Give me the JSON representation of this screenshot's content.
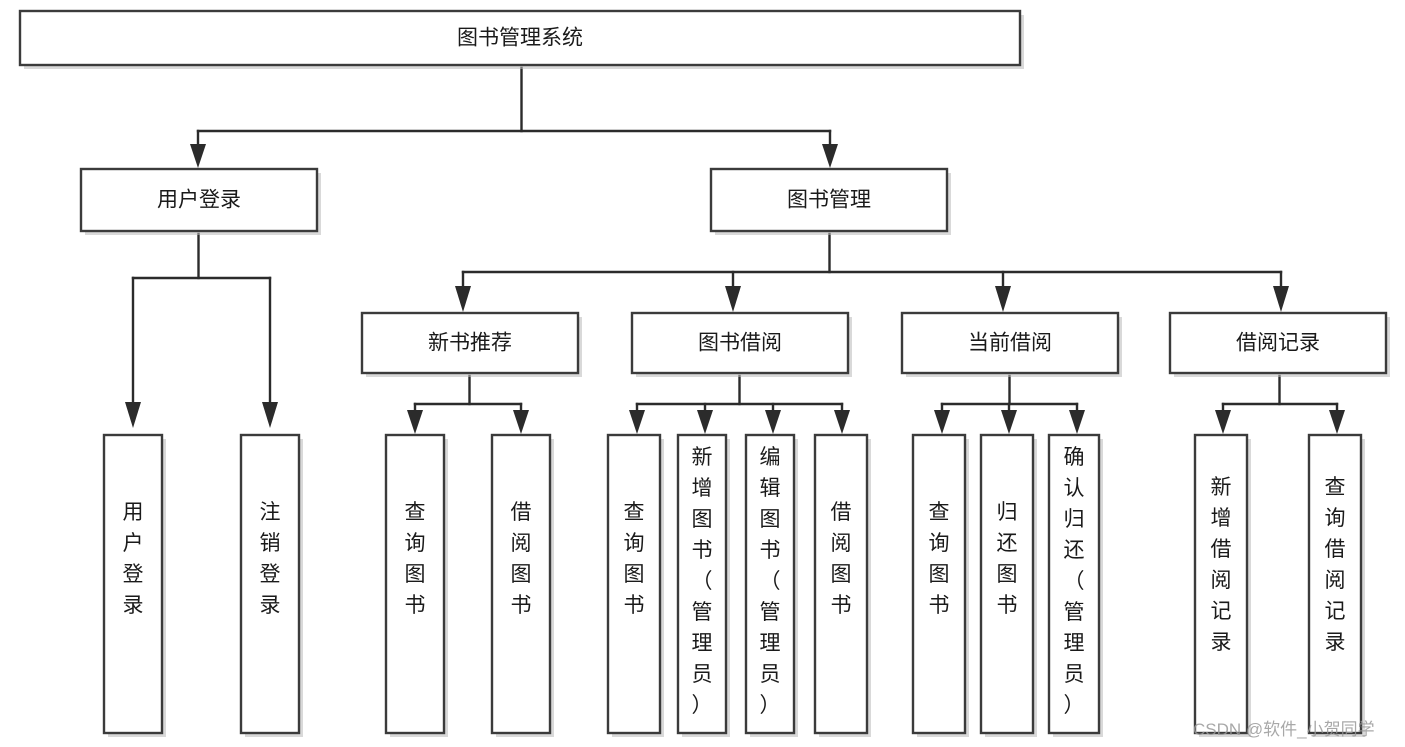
{
  "diagram": {
    "type": "tree-hierarchy-diagram",
    "title": "图书管理系统",
    "watermark": "CSDN @软件_小贺同学",
    "colors": {
      "box_stroke": "#3b3b3b",
      "box_fill": "#ffffff",
      "line": "#2b2b2b",
      "text": "#1a1a1a",
      "watermark": "#9a9a9a",
      "background": "#ffffff"
    },
    "levels": {
      "root": "图书管理系统",
      "level2": [
        "用户登录",
        "图书管理"
      ],
      "level3": [
        "新书推荐",
        "图书借阅",
        "当前借阅",
        "借阅记录"
      ]
    },
    "nodes": {
      "root": {
        "label": "图书管理系统"
      },
      "user_login": {
        "label": "用户登录"
      },
      "book_manage": {
        "label": "图书管理"
      },
      "new_book_rec": {
        "label": "新书推荐"
      },
      "book_borrow": {
        "label": "图书借阅"
      },
      "current_borrow": {
        "label": "当前借阅"
      },
      "borrow_record": {
        "label": "借阅记录"
      },
      "leaf_user_login": {
        "label": "用户登录"
      },
      "leaf_user_logout": {
        "label": "注销登录"
      },
      "leaf_query_book_a": {
        "label": "查询图书"
      },
      "leaf_borrow_book_a": {
        "label": "借阅图书"
      },
      "leaf_query_book_b": {
        "label": "查询图书"
      },
      "leaf_add_book": {
        "label": "新增图书（管理员）"
      },
      "leaf_edit_book": {
        "label": "编辑图书（管理员）"
      },
      "leaf_borrow_book_b": {
        "label": "借阅图书"
      },
      "leaf_query_book_c": {
        "label": "查询图书"
      },
      "leaf_return_book": {
        "label": "归还图书"
      },
      "leaf_confirm_return": {
        "label": "确认归还（管理员）"
      },
      "leaf_add_record": {
        "label": "新增借阅记录"
      },
      "leaf_query_record": {
        "label": "查询借阅记录"
      }
    },
    "edges": [
      {
        "from": "root",
        "to": "user_login"
      },
      {
        "from": "root",
        "to": "book_manage"
      },
      {
        "from": "user_login",
        "to": "leaf_user_login"
      },
      {
        "from": "user_login",
        "to": "leaf_user_logout"
      },
      {
        "from": "book_manage",
        "to": "new_book_rec"
      },
      {
        "from": "book_manage",
        "to": "book_borrow"
      },
      {
        "from": "book_manage",
        "to": "current_borrow"
      },
      {
        "from": "book_manage",
        "to": "borrow_record"
      },
      {
        "from": "new_book_rec",
        "to": "leaf_query_book_a"
      },
      {
        "from": "new_book_rec",
        "to": "leaf_borrow_book_a"
      },
      {
        "from": "book_borrow",
        "to": "leaf_query_book_b"
      },
      {
        "from": "book_borrow",
        "to": "leaf_add_book"
      },
      {
        "from": "book_borrow",
        "to": "leaf_edit_book"
      },
      {
        "from": "book_borrow",
        "to": "leaf_borrow_book_b"
      },
      {
        "from": "current_borrow",
        "to": "leaf_query_book_c"
      },
      {
        "from": "current_borrow",
        "to": "leaf_return_book"
      },
      {
        "from": "current_borrow",
        "to": "leaf_confirm_return"
      },
      {
        "from": "borrow_record",
        "to": "leaf_add_record"
      },
      {
        "from": "borrow_record",
        "to": "leaf_query_record"
      }
    ]
  }
}
